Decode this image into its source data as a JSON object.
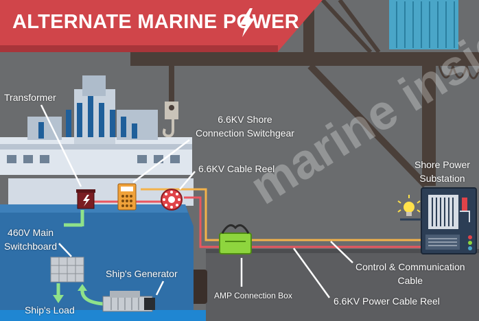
{
  "title": "ALTERNATE MARINE POWER",
  "watermark": "marine insight",
  "labels": {
    "transformer": "Transformer",
    "shore_switchgear": "6.6KV Shore\nConnection Switchgear",
    "cable_reel": "6.6KV Cable Reel",
    "shore_substation": "Shore Power\nSubstation",
    "main_switchboard": "460V Main\nSwitchboard",
    "ships_generator": "Ship's Generator",
    "ships_load": "Ship's Load",
    "amp_box": "AMP Connection Box",
    "control_cable": "Control & Communication\nCable",
    "power_cable_reel": "6.6KV Power Cable Reel"
  },
  "colors": {
    "banner": "#d0454a",
    "sky": "#6a6c6e",
    "crane": "#4a3f39",
    "hull": "#2f6fa8",
    "water": "#1f86d2",
    "dock": "#5c5d60",
    "control_cable": "#f3b24a",
    "power_cable": "#e9565f",
    "green_arrow": "#8fe28a",
    "amp_box": "#8ed53e"
  },
  "icons": [
    "lightning-bolt-icon",
    "crane-hook-icon",
    "light-bulb-icon"
  ]
}
